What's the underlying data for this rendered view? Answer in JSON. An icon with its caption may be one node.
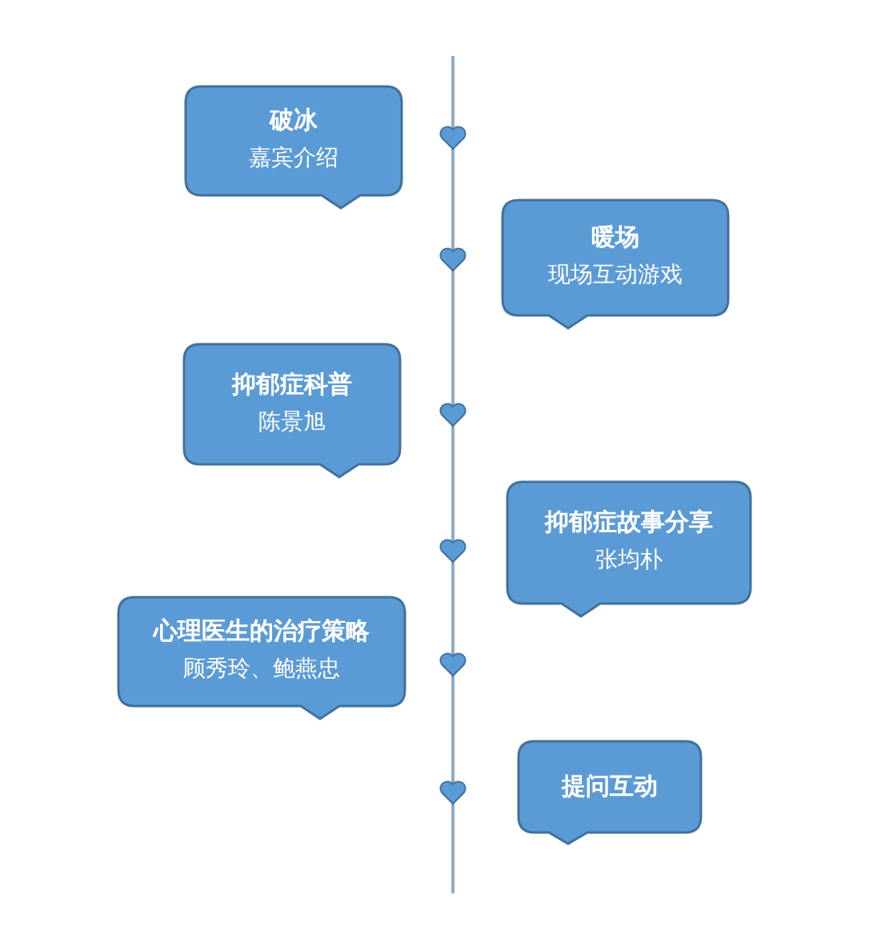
{
  "diagram": {
    "nodes": [
      {
        "text": [
          "破冰",
          "嘉宾介绍"
        ]
      },
      {
        "text": [
          "暖场",
          "现场互动游戏"
        ]
      },
      {
        "text": [
          "抑郁症科普",
          "陈景旭"
        ]
      },
      {
        "text": [
          "抑郁症故事分享",
          "张均朴"
        ]
      },
      {
        "text": [
          "心理医生的治疗策略",
          "顾秀玲、鲍燕忠"
        ]
      },
      {
        "text": [
          "提问互动"
        ]
      }
    ]
  }
}
